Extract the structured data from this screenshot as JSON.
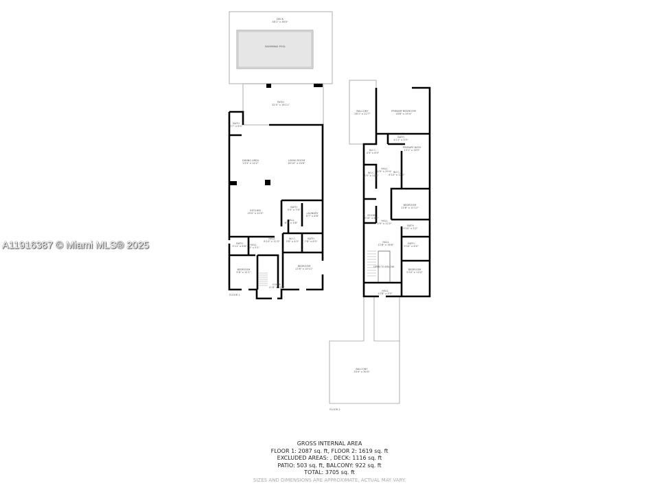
{
  "watermark": "A11916387 © Miami MLS® 2025",
  "floor1": {
    "label": "FLOOR 1",
    "rooms": [
      {
        "name": "DECK",
        "dims": "38'1\" x 36'0\""
      },
      {
        "name": "SWIMMING POOL",
        "dims": ""
      },
      {
        "name": "PATIO",
        "dims": "32'0\" x 16'11\""
      },
      {
        "name": "BATH",
        "dims": "5'7\" x 6'4\""
      },
      {
        "name": "DINING AREA",
        "dims": "13'3\" x 14'2\""
      },
      {
        "name": "LIVING ROOM",
        "dims": "18'10\" x 20'6\""
      },
      {
        "name": "KITCHEN",
        "dims": "19'0\" x 20'0\""
      },
      {
        "name": "BATH",
        "dims": "5'5\" x 7'6\""
      },
      {
        "name": "LAUNDRY",
        "dims": "6'7\" x 6'8\""
      },
      {
        "name": "HALL",
        "dims": "6'3\" x 3'8\""
      },
      {
        "name": "HALL",
        "dims": "8'10\" x 11'0\""
      },
      {
        "name": "W.I.C.",
        "dims": "5'6\" x 4'5\""
      },
      {
        "name": "BATH",
        "dims": "7'8\" x 6'5\""
      },
      {
        "name": "BATH",
        "dims": "5'11\" x 6'8\""
      },
      {
        "name": "HALL",
        "dims": "3'5\" x 5'1\""
      },
      {
        "name": "BEDROOM",
        "dims": "9'8\" x 11'1\""
      },
      {
        "name": "BEDROOM",
        "dims": "13'6\" x 14'11\""
      },
      {
        "name": "FOYER",
        "dims": "11'6\" x 15'5\""
      }
    ]
  },
  "floor2": {
    "label": "FLOOR 2",
    "rooms": [
      {
        "name": "BALCONY",
        "dims": "26'1\" x 22'7\""
      },
      {
        "name": "PRIMARY BEDROOM",
        "dims": "18'8\" x 19'4\""
      },
      {
        "name": "BATH",
        "dims": "4'11\" x 5'5\""
      },
      {
        "name": "PRIMARY BATH",
        "dims": "13'1\" x 18'5\""
      },
      {
        "name": "W.I.C.",
        "dims": "4'3\" x 6'0\""
      },
      {
        "name": "HALL",
        "dims": "4'9\" x 29'4\""
      },
      {
        "name": "W.I.C.",
        "dims": "4'5\" x 11'8\""
      },
      {
        "name": "W.I.C.",
        "dims": "8'10\" x 12'0\""
      },
      {
        "name": "BEDROOM",
        "dims": "13'8\" x 11'11\""
      },
      {
        "name": "ROOM",
        "dims": "3'10\" x 8'2\""
      },
      {
        "name": "HALL",
        "dims": "4'9\" x 12'0\""
      },
      {
        "name": "BATH",
        "dims": "9'10\" x 5'2\""
      },
      {
        "name": "HALL",
        "dims": "12'8\" x 18'8\""
      },
      {
        "name": "BATH",
        "dims": "9'10\" x 6'0\""
      },
      {
        "name": "OPEN TO BELOW",
        "dims": ""
      },
      {
        "name": "BEDROOM",
        "dims": "9'10\" x 13'4\""
      },
      {
        "name": "HALL",
        "dims": "12'8\" x 4'0\""
      },
      {
        "name": "BALCONY",
        "dims": "33'4\" x 30'0\""
      }
    ]
  },
  "summary": {
    "title": "GROSS INTERNAL AREA",
    "line1": "FLOOR 1: 2087 sq. ft, FLOOR 2: 1619 sq. ft",
    "line2": "EXCLUDED AREAS: , DECK: 1116 sq. ft",
    "line3": "PATIO: 503 sq. ft, BALCONY: 922 sq. ft",
    "total": "TOTAL: 3705 sq. ft",
    "note": "SIZES AND DIMENSIONS ARE APPROXIMATE, ACTUAL MAY VARY."
  },
  "colors": {
    "wall": "#000000",
    "outline": "#9a9a9a",
    "pool": "#e6e6e6",
    "window": "#cfcfcf"
  }
}
